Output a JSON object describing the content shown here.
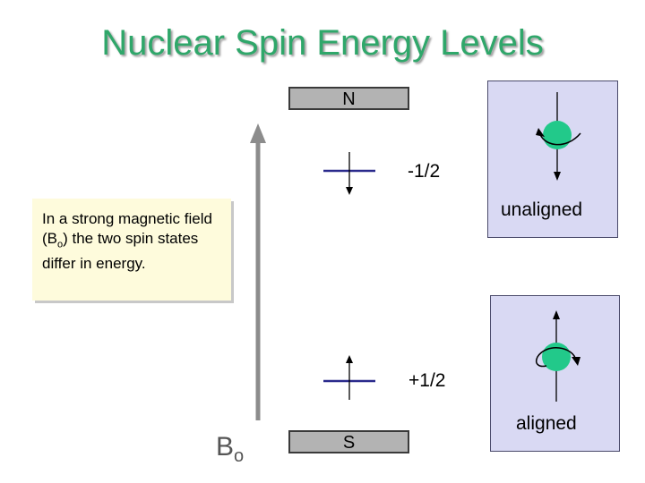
{
  "title": "Nuclear Spin Energy Levels",
  "magnet": {
    "north_label": "N",
    "south_label": "S"
  },
  "field": {
    "symbol": "B",
    "subscript": "o"
  },
  "levels": {
    "upper_label": "-1/2",
    "lower_label": "+1/2"
  },
  "note": {
    "text_before": "In a strong magnetic field (B",
    "subscript": "o",
    "text_after": ") the two spin states differ in energy."
  },
  "states": {
    "unaligned_label": "unaligned",
    "aligned_label": "aligned"
  },
  "colors": {
    "title": "#2fa76a",
    "level_line": "#2a2a8c",
    "nucleus": "#22c98a",
    "panel": "#d9d9f3",
    "note_bg": "#fefbdc",
    "pole": "#b3b3b3",
    "field_arrow": "#8c8c8c"
  },
  "icons": {
    "field_arrow": "field-arrow-icon",
    "spin_up": "spin-up-arrow-icon",
    "spin_down": "spin-down-arrow-icon",
    "nucleus": "nucleus-icon",
    "rotation": "rotation-arrow-icon"
  }
}
